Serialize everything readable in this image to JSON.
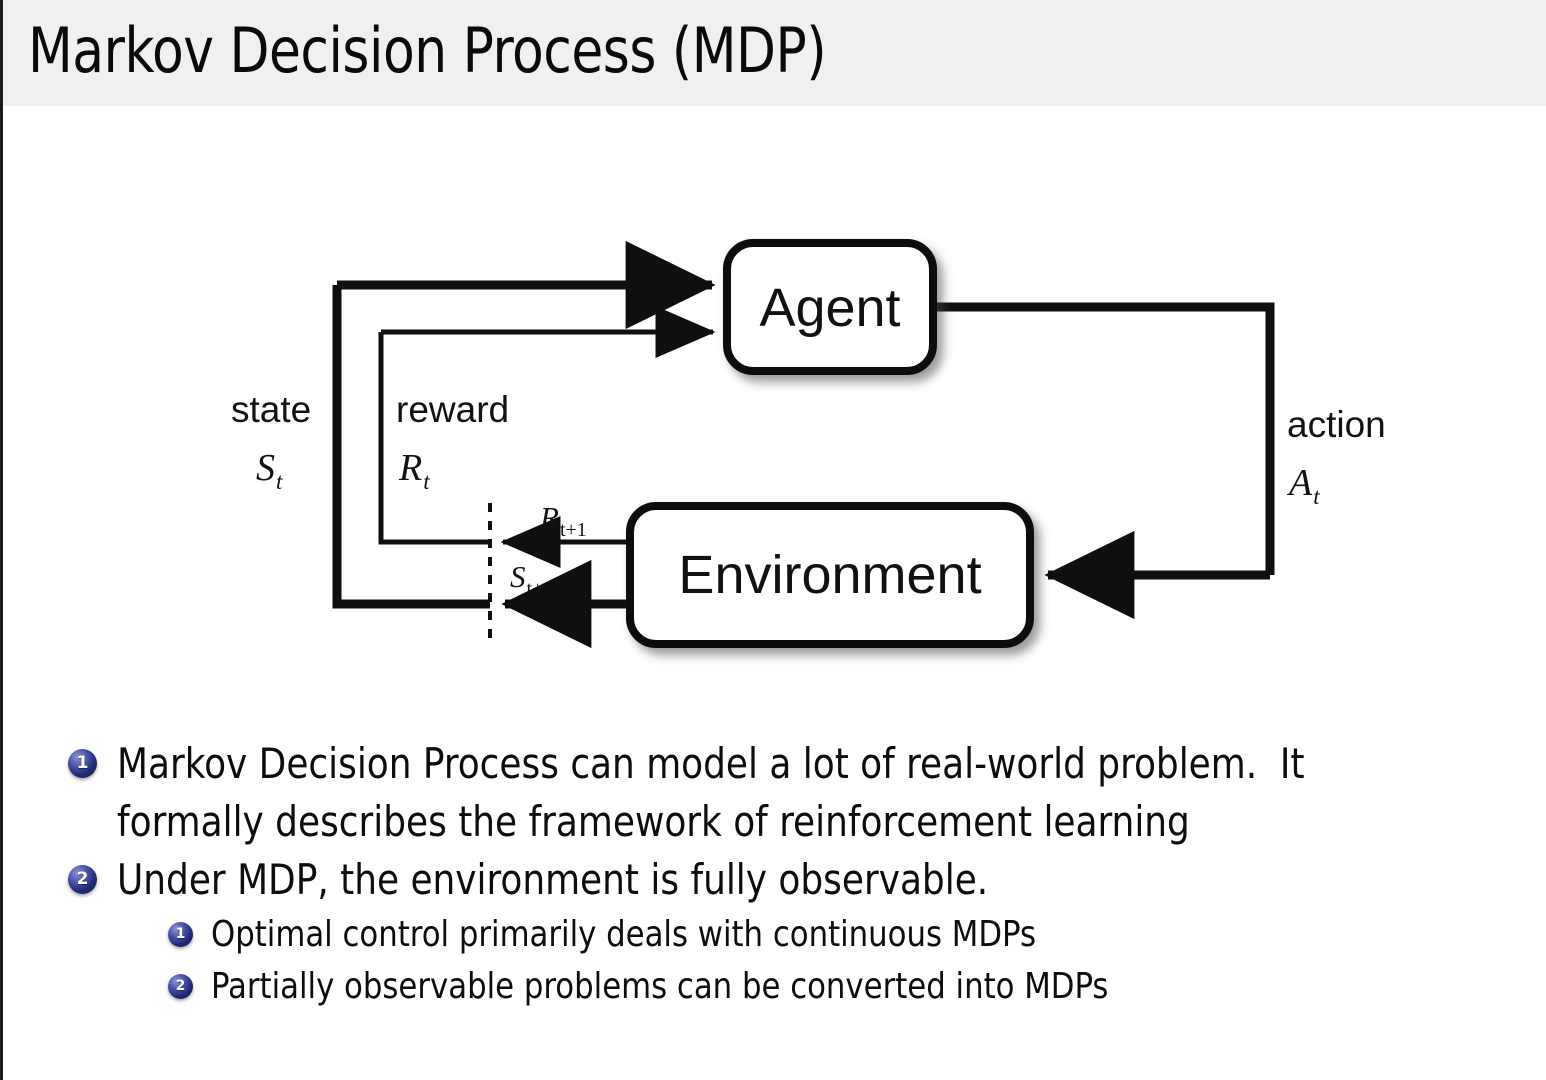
{
  "slide": {
    "title": "Markov Decision Process (MDP)",
    "header_bg": "#f0f0f0",
    "bullet_color": "#232b79"
  },
  "diagram": {
    "name": "agent-environment-interaction-loop",
    "nodes": {
      "agent": "Agent",
      "environment": "Environment"
    },
    "edge_labels": {
      "state_word": "state",
      "state_symbol": "S",
      "state_sub": "t",
      "reward_word": "reward",
      "reward_symbol": "R",
      "reward_sub": "t",
      "action_word": "action",
      "action_symbol": "A",
      "action_sub": "t",
      "reward_next_symbol": "R",
      "reward_next_sub": "t+1",
      "state_next_symbol": "S",
      "state_next_sub": "t+1"
    }
  },
  "content": {
    "items": [
      {
        "number": "1",
        "lines": [
          "Markov Decision Process can model a lot of real-world problem.  It",
          "formally describes the framework of reinforcement learning"
        ]
      },
      {
        "number": "2",
        "lines": [
          "Under MDP, the environment is fully observable."
        ],
        "subitems": [
          {
            "number": "1",
            "text": "Optimal control primarily deals with continuous MDPs"
          },
          {
            "number": "2",
            "text": "Partially observable problems can be converted into MDPs"
          }
        ]
      }
    ]
  }
}
